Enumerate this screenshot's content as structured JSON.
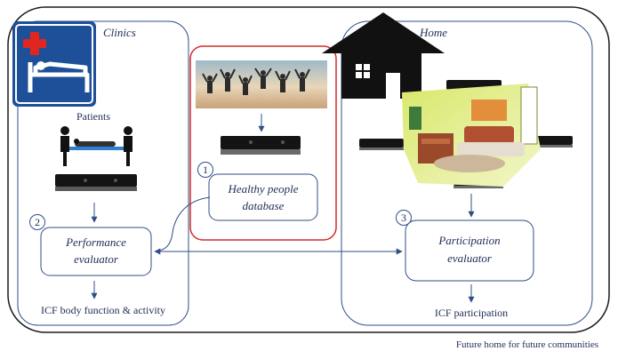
{
  "clinics": {
    "title": "Clinics",
    "patients_label": "Patients",
    "outcome": "ICF body function & activity"
  },
  "home": {
    "title": "Home",
    "outcome": "ICF participation"
  },
  "boxes": {
    "healthy_db": {
      "number": "1",
      "line1": "Healthy people",
      "line2": "database"
    },
    "performance": {
      "number": "2",
      "line1": "Performance",
      "line2": "evaluator"
    },
    "participation": {
      "number": "3",
      "line1": "Participation",
      "line2": "evaluator"
    }
  },
  "footer": "Future home for future communities",
  "colors": {
    "outline": "#1a1a1a",
    "panel": "#2f4f86",
    "highlight": "#d62a2a",
    "hospital_sign_bg": "#1e4f99",
    "cross": "#e0261e"
  },
  "icons": [
    "hospital-bed-sign-icon",
    "house-icon",
    "kinect-sensor-icon",
    "stretcher-icon",
    "living-room-photo",
    "people-jumping-photo"
  ]
}
